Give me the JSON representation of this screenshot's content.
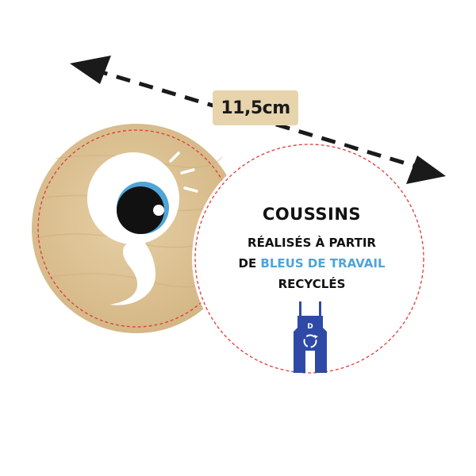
{
  "dimension_label": "11,5cm",
  "badge": {
    "title": "COUSSINS",
    "line1": "RÉALISÉS À PARTIR",
    "line2_prefix": "DE ",
    "line2_highlight": "BLEUS DE TRAVAIL",
    "line3": "RECYCLÉS"
  },
  "colors": {
    "wood": "#dcc293",
    "wood_dark": "#c9a978",
    "label_bg": "#e7d4ad",
    "highlight_blue": "#4fa4d8",
    "overall_blue": "#2e4aa6",
    "dashed_red": "#e23a3a",
    "text_dark": "#111111"
  },
  "icons": {
    "arrow": "double-headed-dashed-arrow",
    "eye_mascot": "eye-mascot-icon",
    "overalls": "work-overalls-icon",
    "recycle": "recycle-icon"
  }
}
